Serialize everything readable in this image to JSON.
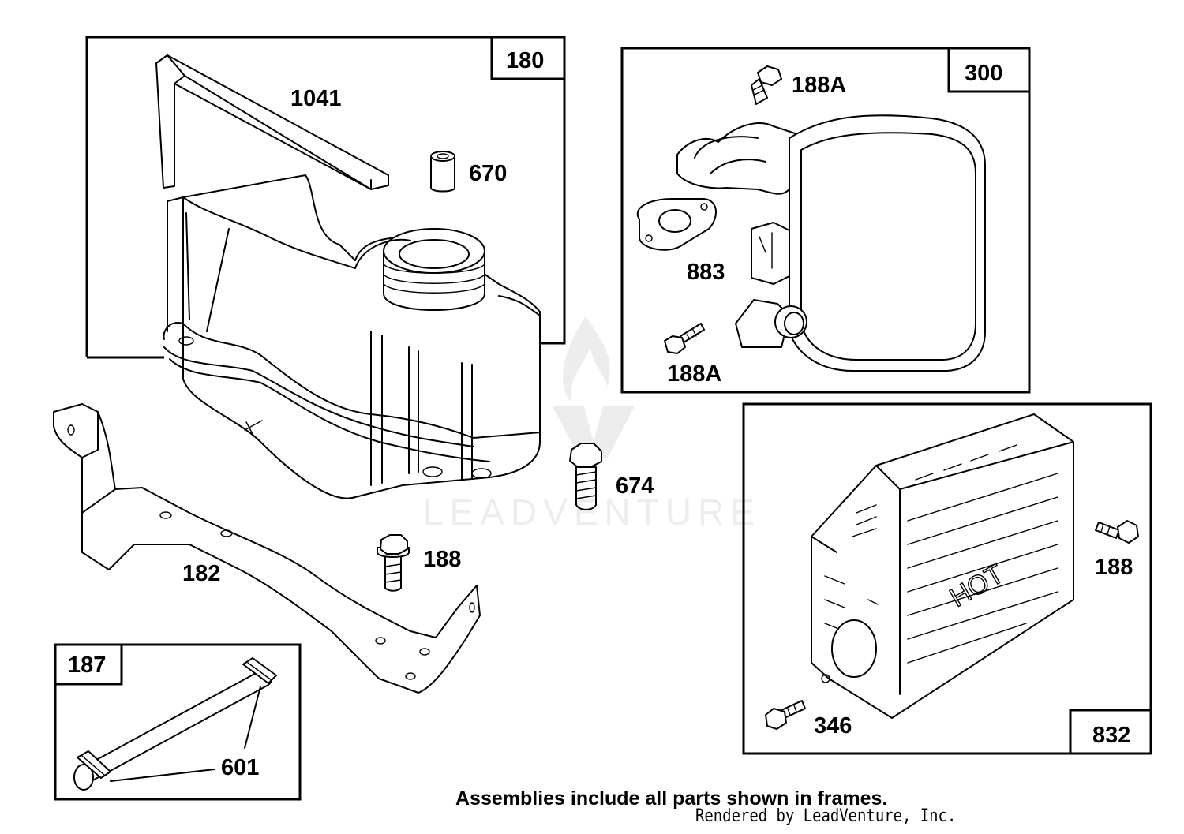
{
  "frames": {
    "fuel_tank": "180",
    "muffler_assembly": "300",
    "muffler_guard": "832",
    "fuel_line": "187"
  },
  "parts": {
    "tank_bracket": "1041",
    "spacer": "670",
    "muffler_screw_top": "188A",
    "muffler_screw_bottom": "188A",
    "gasket": "883",
    "fuel_tank_bracket": "182",
    "screw_674": "674",
    "screw_188_center": "188",
    "screw_188_right": "188",
    "screw_346": "346",
    "clamp": "601"
  },
  "footer": {
    "note": "Assemblies include all parts shown in frames.",
    "credit": "Rendered by LeadVenture, Inc."
  },
  "watermark": {
    "text": "LEADVENTURE"
  }
}
